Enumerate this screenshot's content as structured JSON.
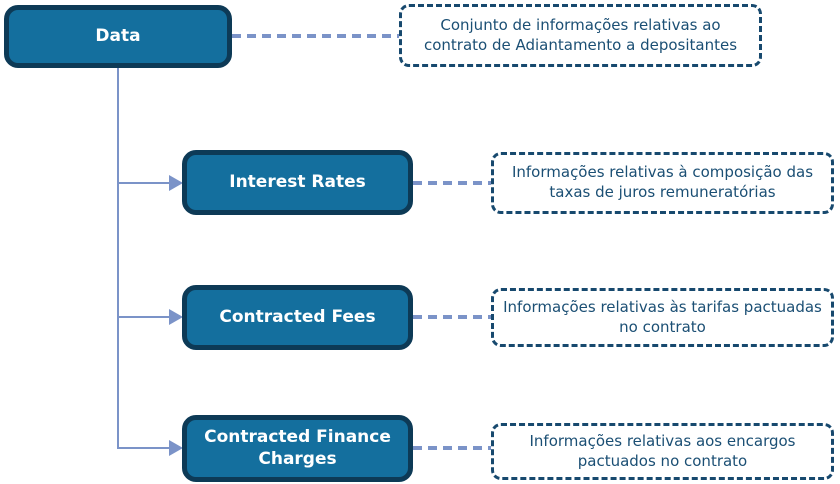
{
  "colors": {
    "node_fill": "#146F9E",
    "node_border": "#0D3A56",
    "node_text": "#FFFFFF",
    "note_border": "#17496E",
    "note_text": "#1B4F74",
    "connector": "#7B93C8",
    "background": "#FFFFFF"
  },
  "root": {
    "label": "Data",
    "note": "Conjunto de informações relativas ao contrato de Adiantamento a depositantes"
  },
  "children": [
    {
      "label": "Interest Rates",
      "note": "Informações relativas à composição das taxas de juros remuneratórias"
    },
    {
      "label": "Contracted Fees",
      "note": "Informações relativas às tarifas pactuadas no contrato"
    },
    {
      "label": "Contracted Finance Charges",
      "note": "Informações relativas aos encargos pactuados no contrato"
    }
  ]
}
